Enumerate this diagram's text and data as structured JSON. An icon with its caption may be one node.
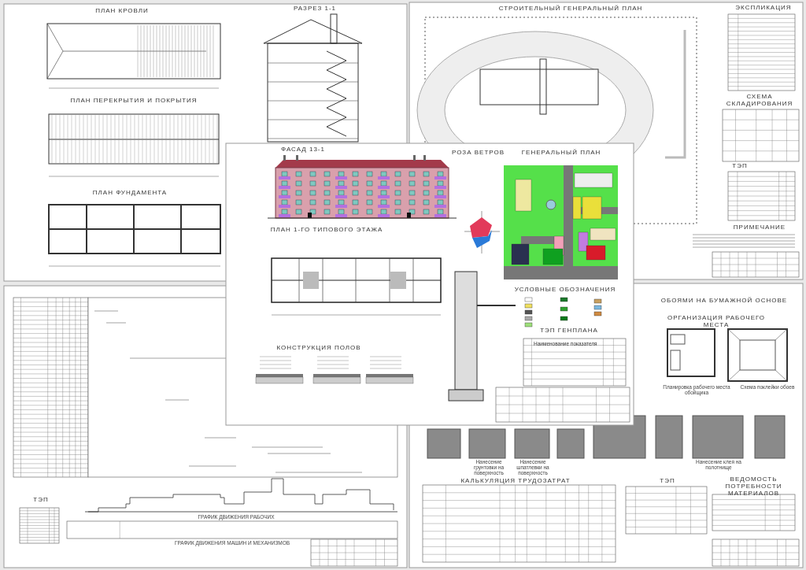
{
  "diagram": {
    "labels": [
      "ПЛАН КРОВЛИ",
      "РАЗРЕЗ 1-1",
      "ПЛАН ПЕРЕКРЫТИЯ И ПОКРЫТИЯ",
      "ПЛАН ФУНДАМЕНТА",
      "СТРОИТЕЛЬНЫЙ ГЕНЕРАЛЬНЫЙ ПЛАН",
      "ЭКСПЛИКАЦИЯ",
      "СХЕМА СКЛАДИРОВАНИЯ",
      "ТЭП",
      "ПРИМЕЧАНИЕ",
      "ФАСАД 13-1",
      "РОЗА ВЕТРОВ",
      "ГЕНЕРАЛЬНЫЙ ПЛАН",
      "ПЛАН 1-ГО ТИПОВОГО ЭТАЖА",
      "УСЛОВНЫЕ ОБОЗНАЧЕНИЯ",
      "ТЭП ГЕНПЛАНА",
      "Наименование показателя",
      "КОНСТРУКЦИЯ ПОЛОВ",
      "ТЭП",
      "ГРАФИК ДВИЖЕНИЯ РАБОЧИХ",
      "ГРАФИК ДВИЖЕНИЯ МАШИН И МЕХАНИЗМОВ",
      "ОБОЯМИ НА БУМАЖНОЙ ОСНОВЕ",
      "ОРГАНИЗАЦИЯ РАБОЧЕГО МЕСТА",
      "Планировка рабочего места обойщика",
      "Схема поклейки обоев",
      "Нанесение грунтовки на поверхность",
      "Нанесение шпатлевки на поверхность",
      "Нанесение клея на полотнище",
      "КАЛЬКУЛЯЦИЯ ТРУДОЗАТРАТ",
      "ТЭП",
      "ВЕДОМОСТЬ ПОТРЕБНОСТИ МАТЕРИАЛОВ"
    ]
  }
}
